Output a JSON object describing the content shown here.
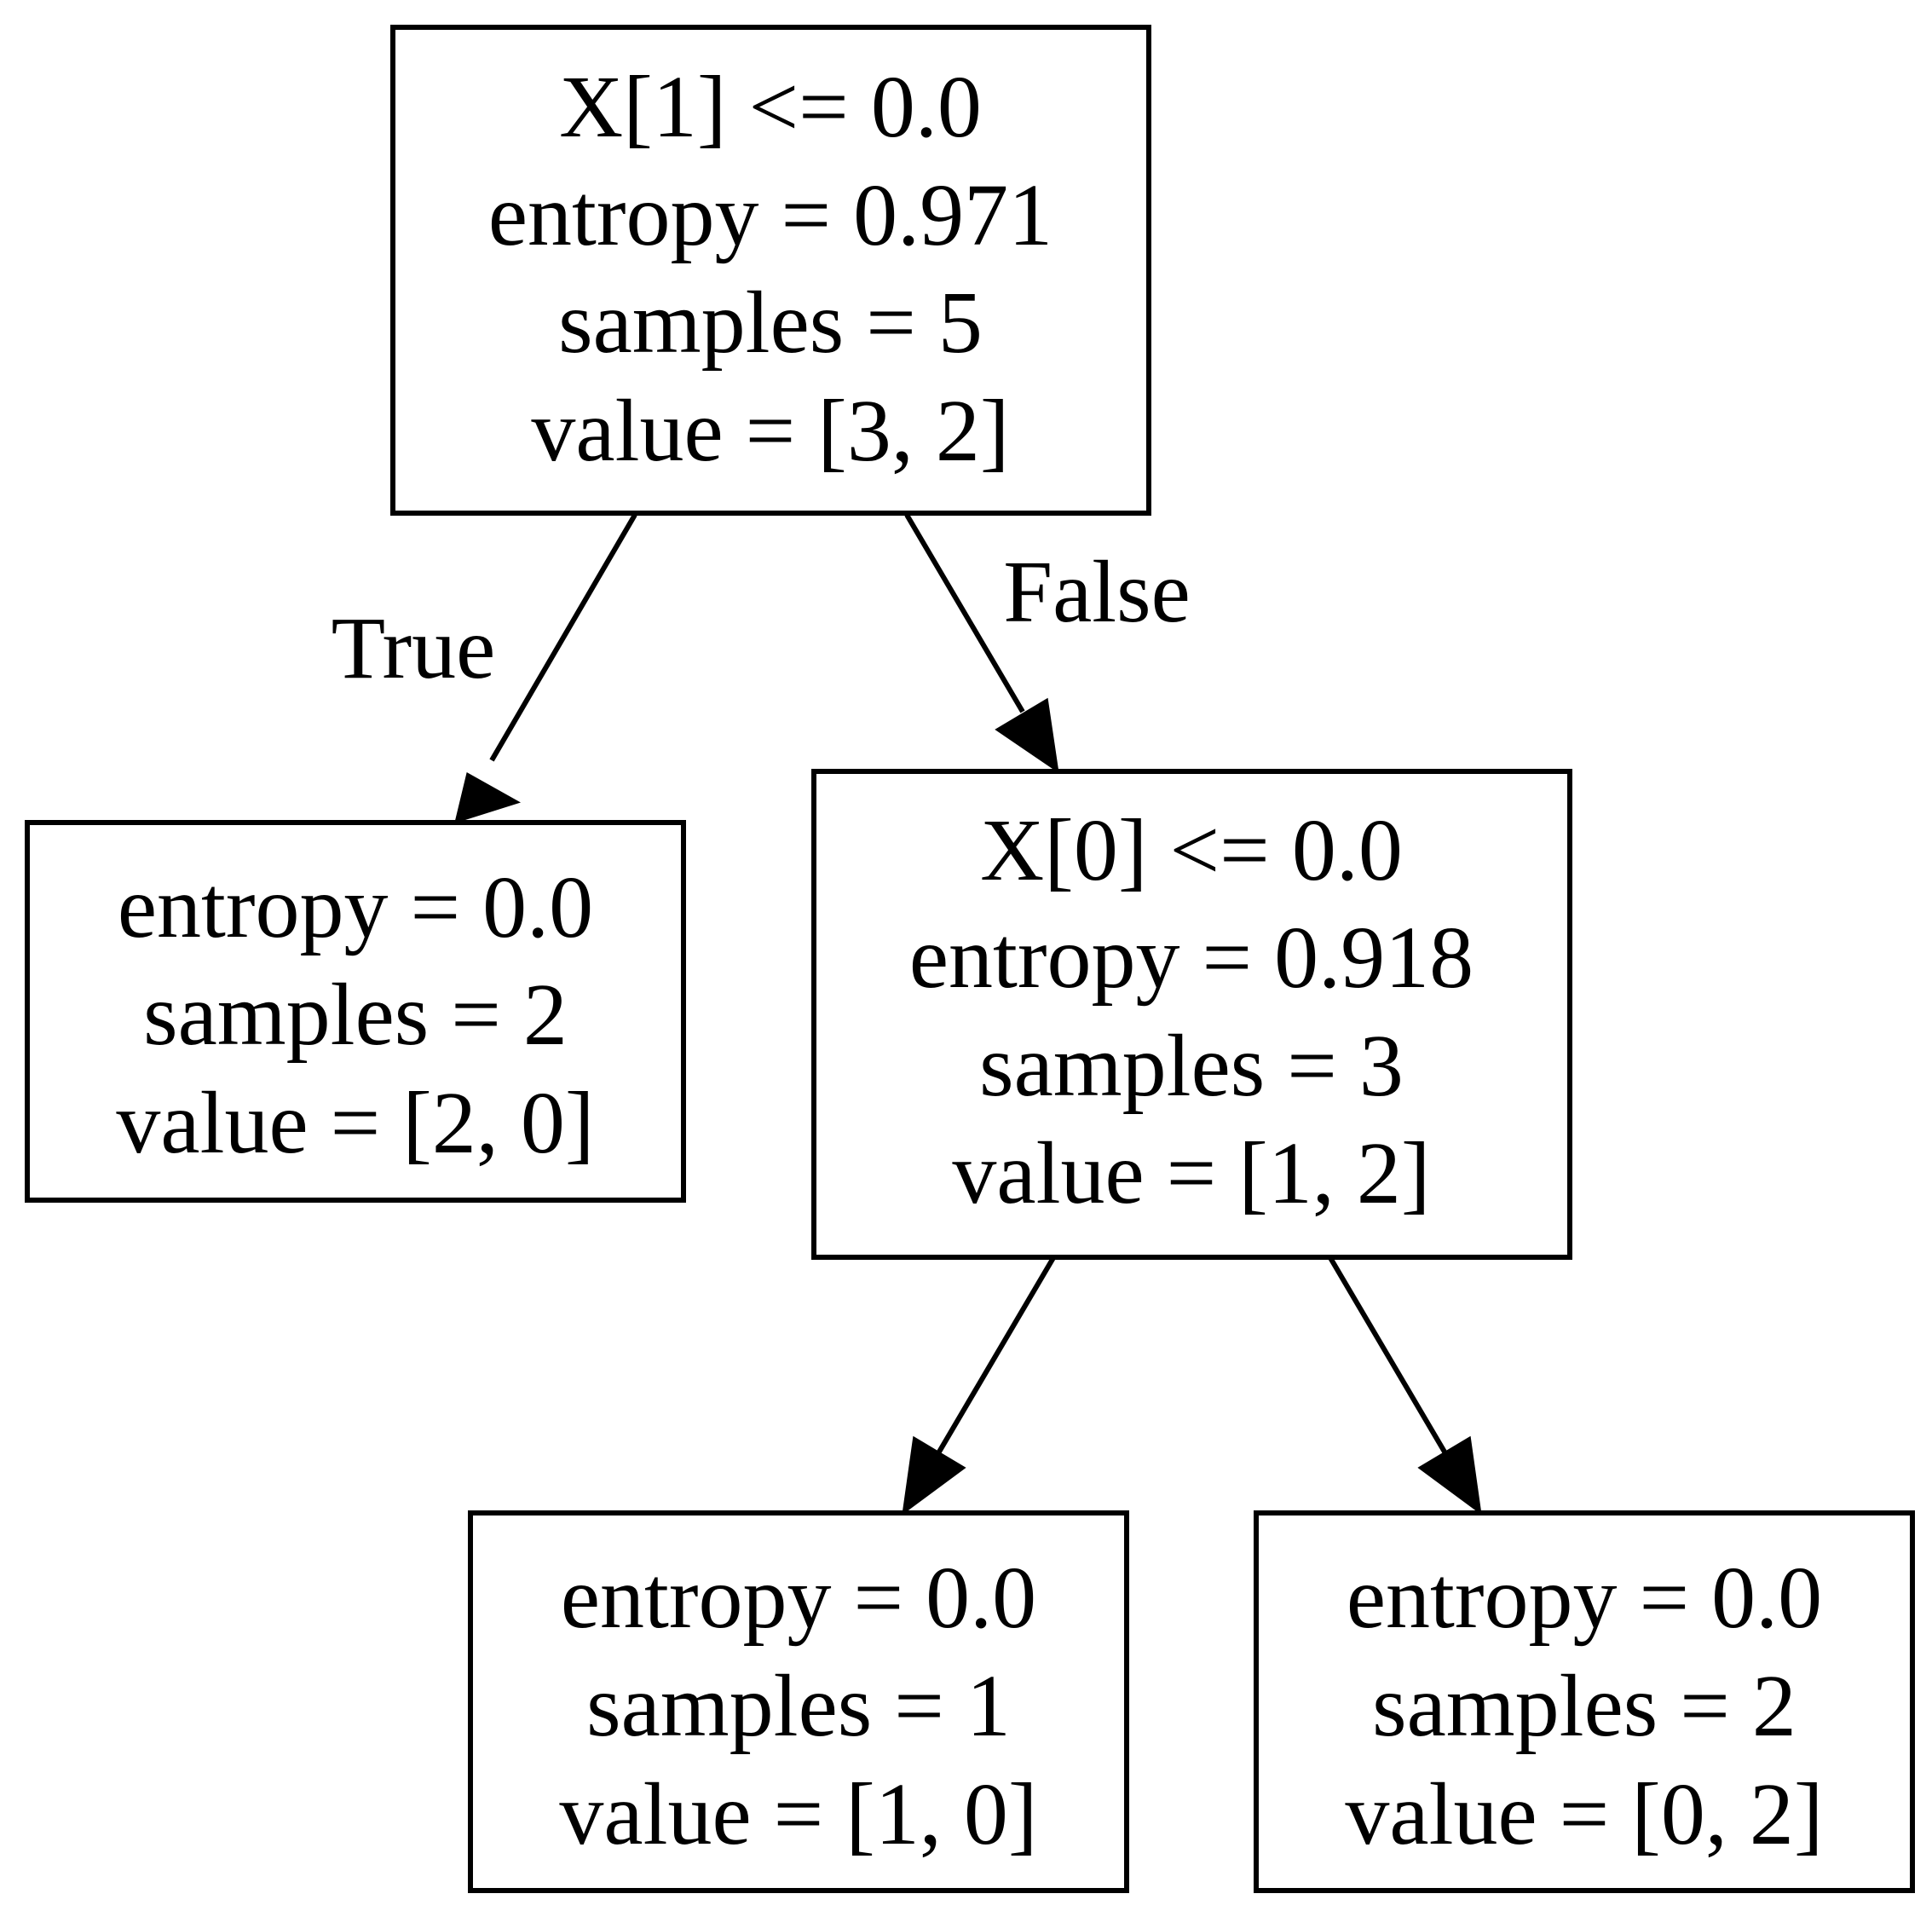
{
  "colors": {
    "background": "#ffffff",
    "stroke": "#000000",
    "text": "#000000"
  },
  "tree": {
    "nodes": [
      {
        "id": "root",
        "lines": [
          "X[1] <= 0.0",
          "entropy = 0.971",
          "samples = 5",
          "value = [3, 2]"
        ]
      },
      {
        "id": "left-leaf",
        "lines": [
          "entropy = 0.0",
          "samples = 2",
          "value = [2, 0]"
        ]
      },
      {
        "id": "right-split",
        "lines": [
          "X[0] <= 0.0",
          "entropy = 0.918",
          "samples = 3",
          "value = [1, 2]"
        ]
      },
      {
        "id": "bottom-left-leaf",
        "lines": [
          "entropy = 0.0",
          "samples = 1",
          "value = [1, 0]"
        ]
      },
      {
        "id": "bottom-right-leaf",
        "lines": [
          "entropy = 0.0",
          "samples = 2",
          "value = [0, 2]"
        ]
      }
    ],
    "edges": [
      {
        "from": "root",
        "to": "left-leaf",
        "label": "True"
      },
      {
        "from": "root",
        "to": "right-split",
        "label": "False"
      },
      {
        "from": "right-split",
        "to": "bottom-left-leaf",
        "label": ""
      },
      {
        "from": "right-split",
        "to": "bottom-right-leaf",
        "label": ""
      }
    ]
  }
}
